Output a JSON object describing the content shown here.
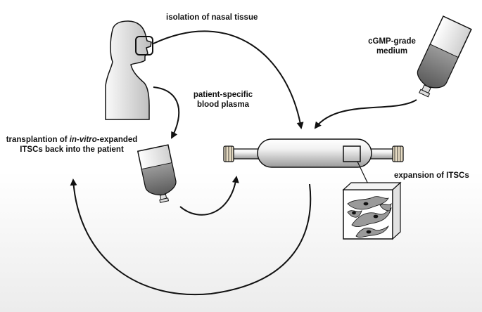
{
  "labels": {
    "isolation": "isolation of nasal tissue",
    "medium_line1": "cGMP-grade",
    "medium_line2": "medium",
    "plasma_line1": "patient-specific",
    "plasma_line2": "blood plasma",
    "transplant_pre": "transplantion of ",
    "transplant_italic": "in-vitro",
    "transplant_post": "-expanded",
    "transplant_line2": "ITSCs back into the patient",
    "expansion": "expansion of ITSCs"
  },
  "colors": {
    "stroke": "#111111",
    "fill_light": "#f0f0f0",
    "fill_dark": "#8a8a8a",
    "cap": "#e7dcc4"
  }
}
